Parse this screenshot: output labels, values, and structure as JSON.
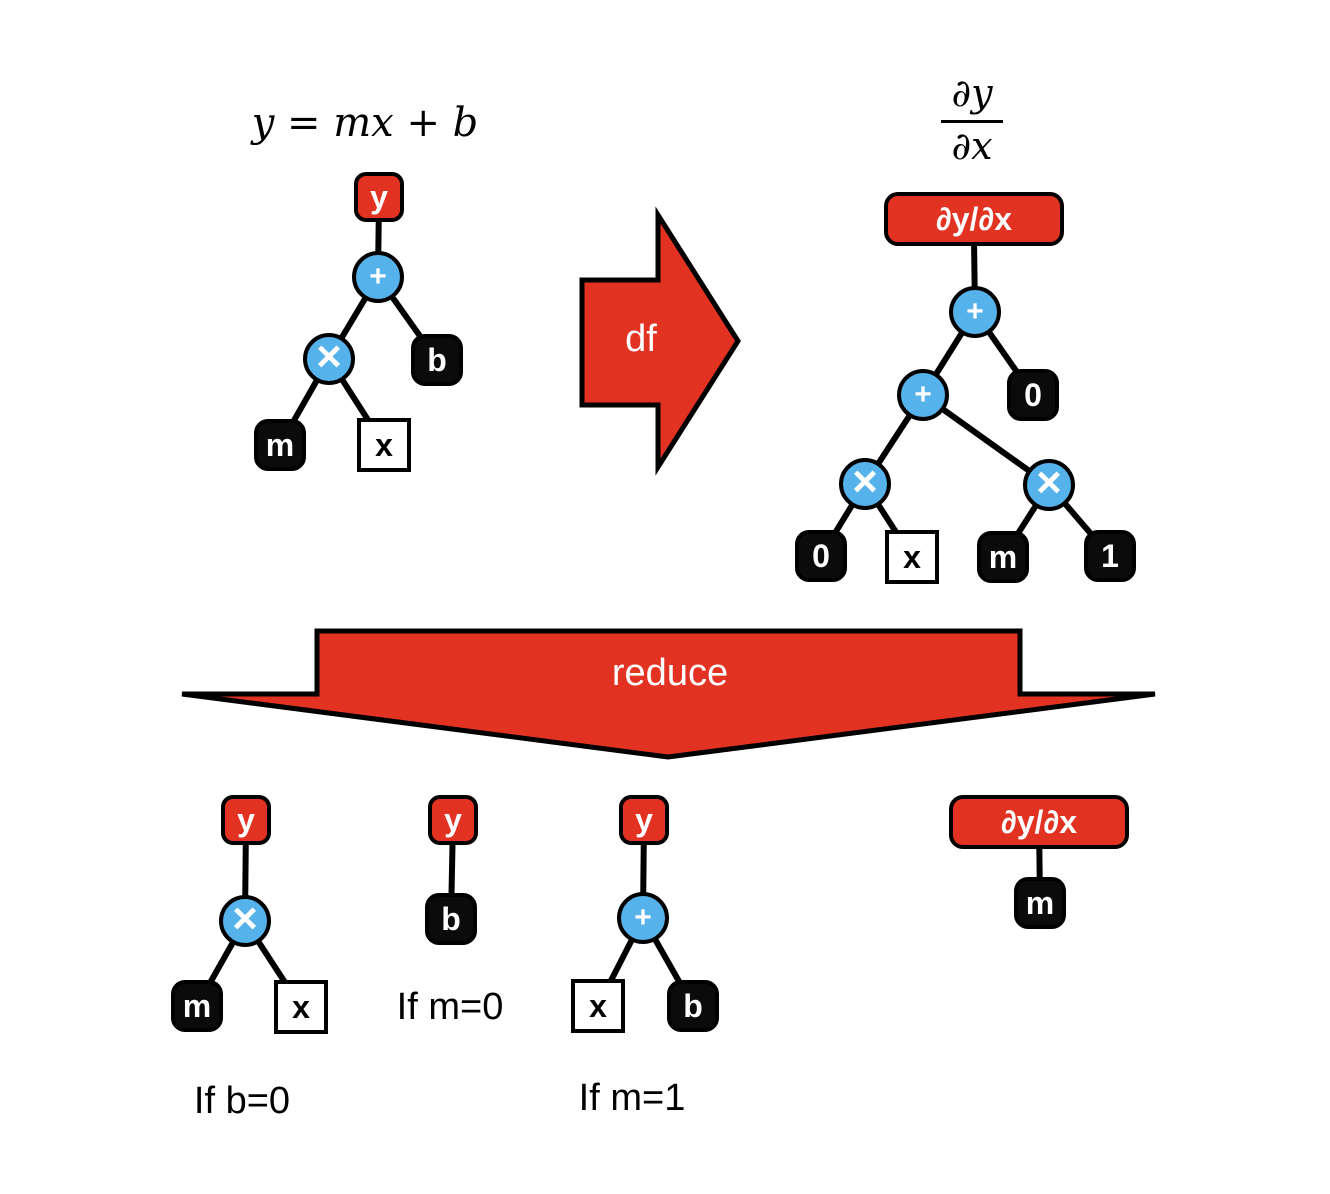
{
  "colors": {
    "red": "#E23222",
    "blue": "#55B2EA",
    "black": "#0B0B0B"
  },
  "source_tree": {
    "equation": "y = mx + b",
    "root": "y",
    "plus": "+",
    "times": "×",
    "m": "m",
    "x": "x",
    "b": "b"
  },
  "df_arrow": {
    "label": "df"
  },
  "derivative_tree": {
    "fraction_numerator": "∂y",
    "fraction_denominator": "∂x",
    "root": "∂y/∂x",
    "plus_top": "+",
    "plus_inner": "+",
    "zero_right": "0",
    "times_left": "×",
    "times_right": "×",
    "zero_leaf": "0",
    "x": "x",
    "m": "m",
    "one": "1"
  },
  "reduce_arrow": {
    "label": "reduce"
  },
  "reduced_trees": {
    "b_zero": {
      "root": "y",
      "times": "×",
      "m": "m",
      "x": "x",
      "caption": "If b=0"
    },
    "m_zero": {
      "root": "y",
      "b": "b",
      "caption": "If m=0"
    },
    "m_one": {
      "root": "y",
      "plus": "+",
      "x": "x",
      "b": "b",
      "caption": "If m=1"
    },
    "derivative": {
      "root": "∂y/∂x",
      "m": "m"
    }
  }
}
